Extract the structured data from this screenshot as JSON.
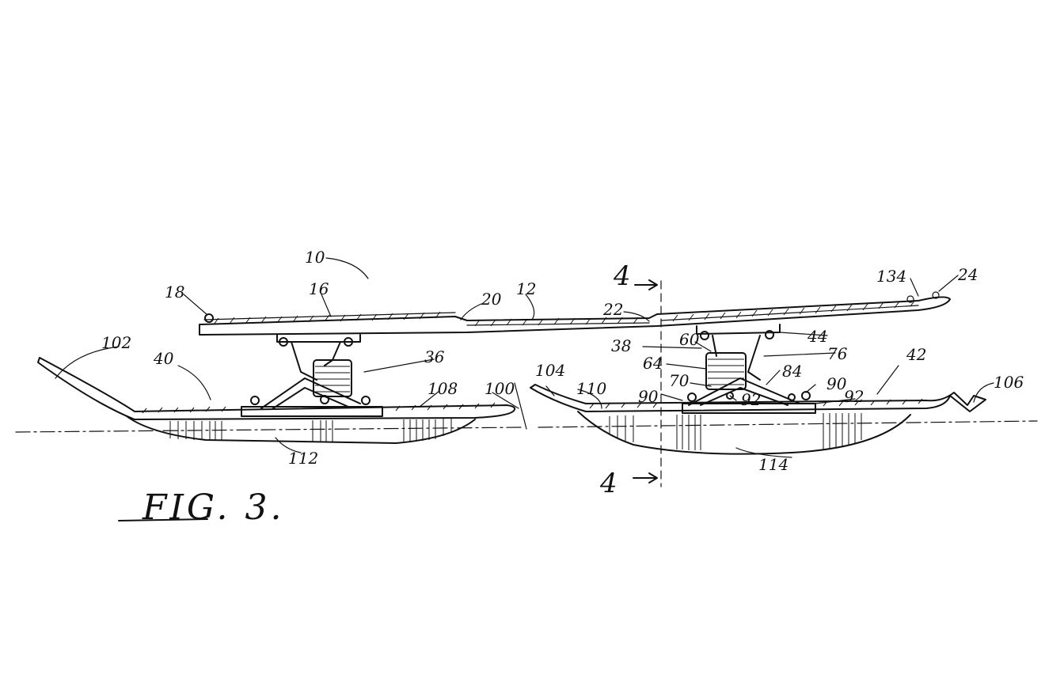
{
  "figure_label": "FIG. 3.",
  "section_marks": {
    "top": "4",
    "bottom": "4"
  },
  "reference_numerals": {
    "r10": "10",
    "r12": "12",
    "r16": "16",
    "r18": "18",
    "r20": "20",
    "r22": "22",
    "r24": "24",
    "r36": "36",
    "r38": "38",
    "r40": "40",
    "r42": "42",
    "r44": "44",
    "r60": "60",
    "r64": "64",
    "r70": "70",
    "r76": "76",
    "r84": "84",
    "r90a": "90",
    "r90b": "90",
    "r92a": "92",
    "r92b": "92",
    "r100": "100",
    "r102": "102",
    "r104": "104",
    "r106": "106",
    "r108": "108",
    "r110": "110",
    "r112": "112",
    "r114": "114",
    "r134": "134"
  }
}
